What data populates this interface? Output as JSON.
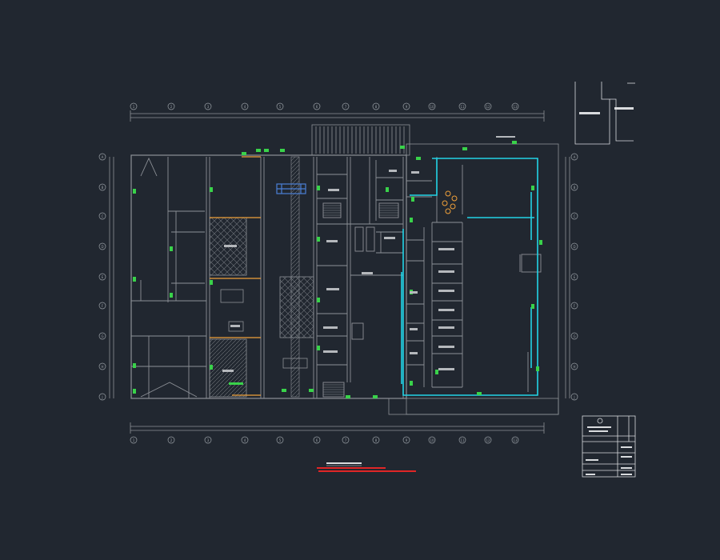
{
  "colors": {
    "background": "#212730",
    "wall": "#8d9197",
    "wall_light": "#b5b8bc",
    "grid_bubble": "#9aa0a6",
    "cable_cyan": "#22d4e6",
    "device_green": "#39d24a",
    "beam_orange": "#f0a13a",
    "highlight_blue": "#4a7fd6",
    "annotation_red": "#e02626",
    "label_white": "#d9dbde"
  },
  "grid": {
    "columns": [
      "1",
      "2",
      "3",
      "4",
      "5",
      "6",
      "7",
      "8",
      "9",
      "10",
      "11",
      "12",
      "13"
    ],
    "rows": [
      "A",
      "B",
      "C",
      "D",
      "E",
      "F",
      "G",
      "H",
      "J"
    ]
  }
}
